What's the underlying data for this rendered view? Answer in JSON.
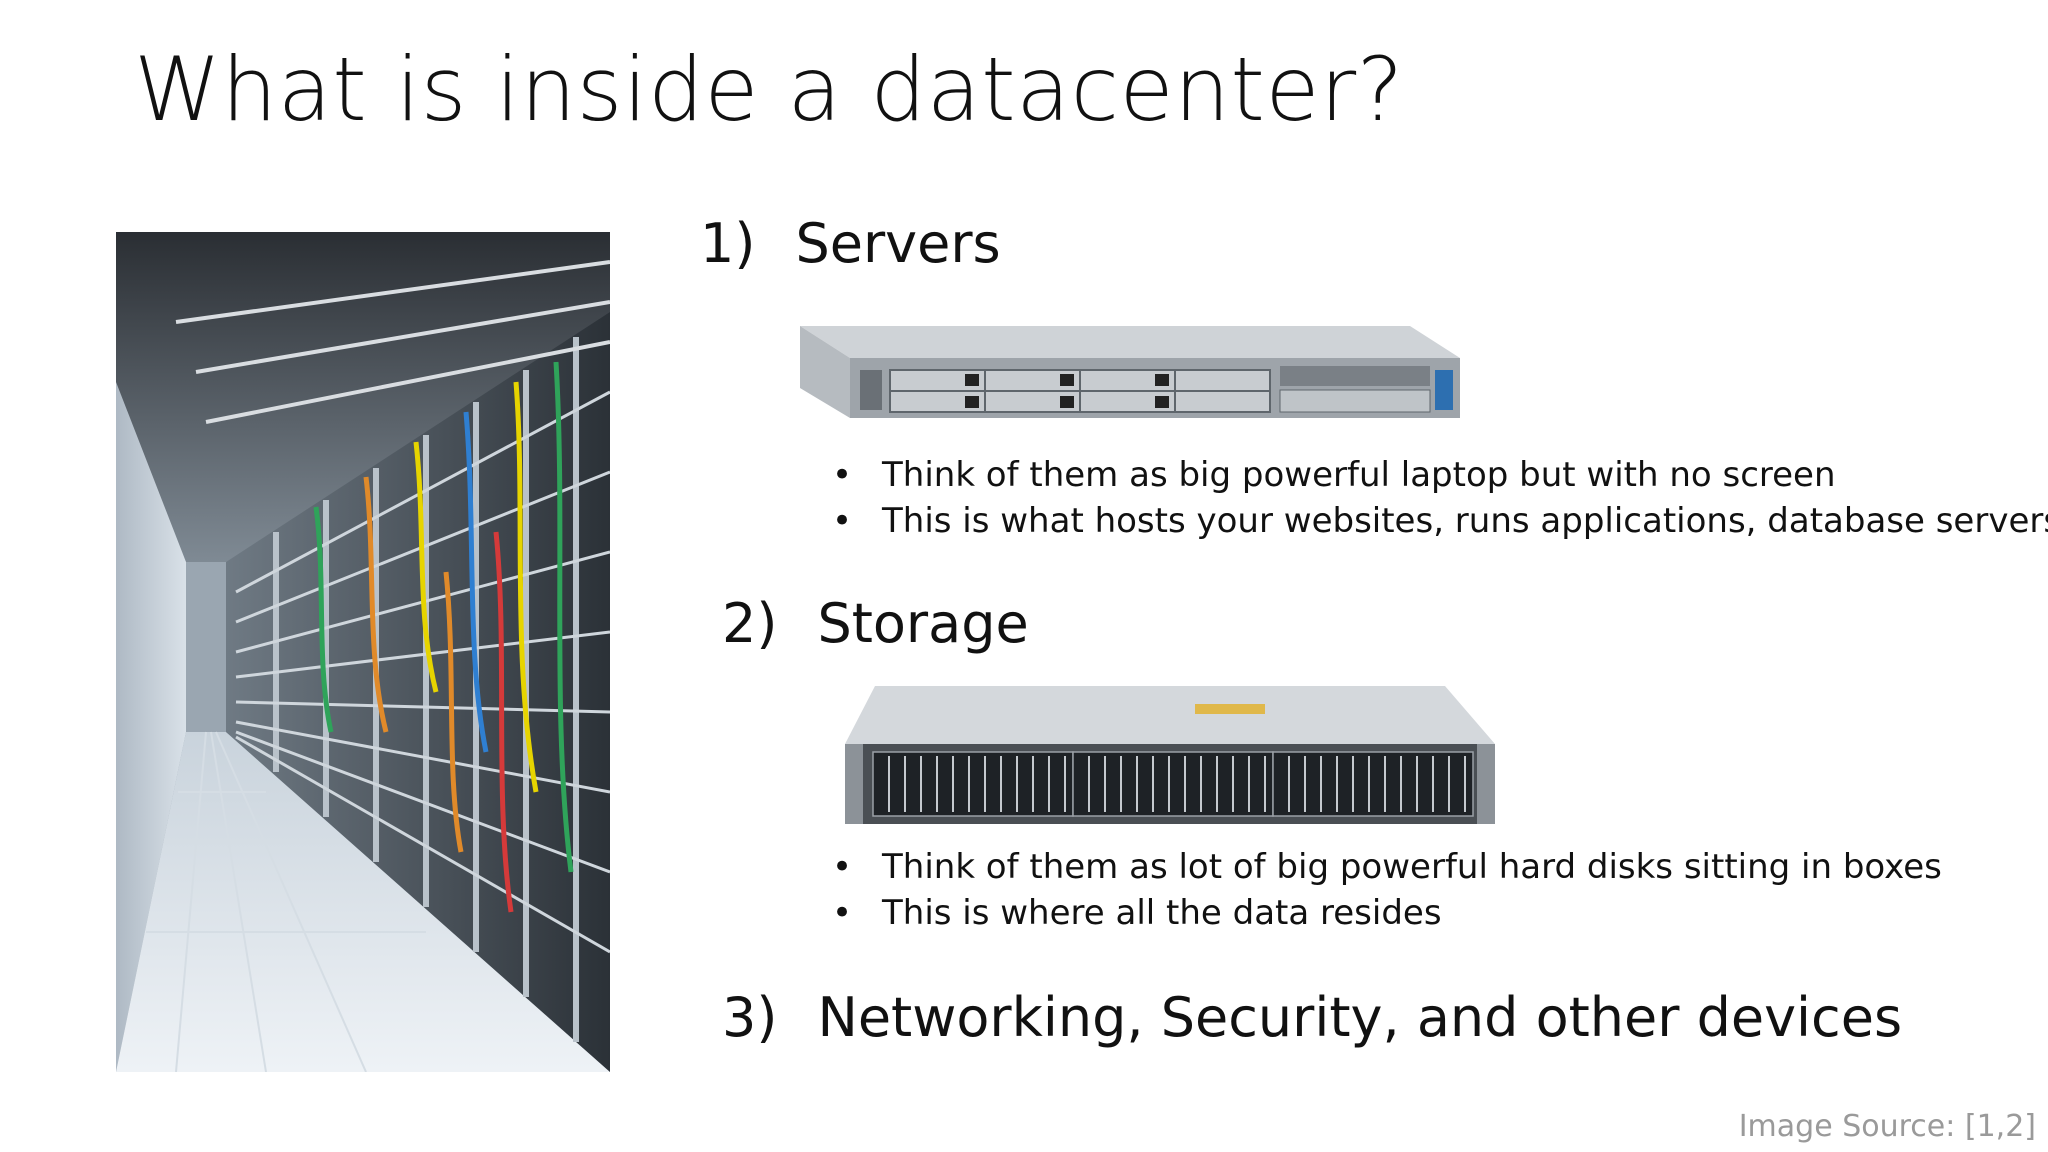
{
  "slide": {
    "title": "What is inside a datacenter?",
    "source": "Image Source: [1,2]"
  },
  "sections": [
    {
      "number": "1)",
      "heading": "Servers",
      "bullets": [
        "Think of them as big powerful laptop but with no screen",
        "This is what hosts your websites, runs applications, database servers etc"
      ]
    },
    {
      "number": "2)",
      "heading": "Storage",
      "bullets": [
        "Think of them as lot of big powerful hard disks sitting in boxes",
        "This is where all the data resides"
      ]
    },
    {
      "number": "3)",
      "heading": "Networking, Security, and other devices"
    }
  ],
  "bullet_symbol": "•"
}
